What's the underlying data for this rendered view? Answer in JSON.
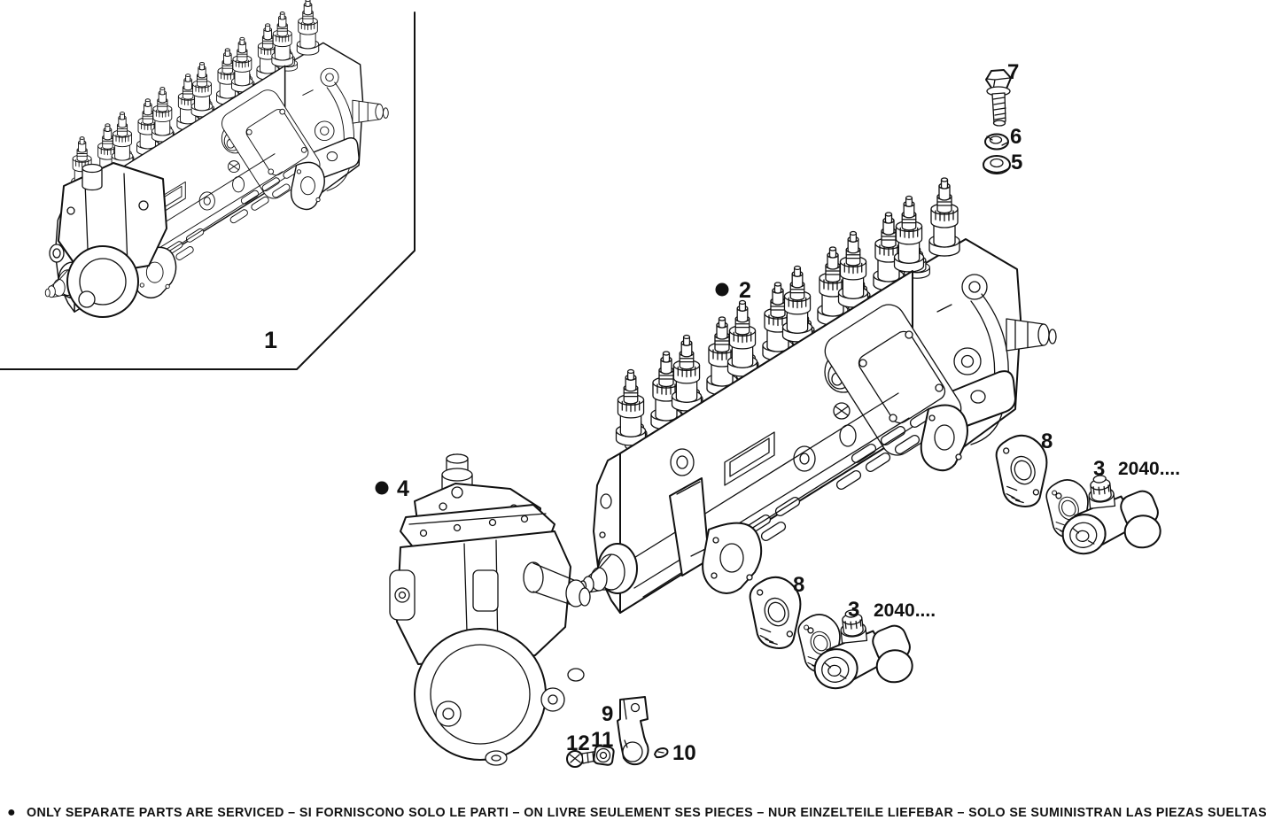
{
  "diagram": {
    "background": "#ffffff",
    "ink": "#111111",
    "callouts": {
      "c1": "1",
      "c2": "2",
      "c3_right": "3",
      "c3_right_ref": "2040....",
      "c3_mid": "3",
      "c3_mid_ref": "2040....",
      "c4": "4",
      "c5": "5",
      "c6": "6",
      "c7": "7",
      "c8_right": "8",
      "c8_mid": "8",
      "c9": "9",
      "c10": "10",
      "c11": "11",
      "c12": "12"
    },
    "footer": {
      "bullet": "●",
      "text": "ONLY SEPARATE PARTS ARE SERVICED – SI FORNISCONO SOLO LE PARTI – ON LIVRE SEULEMENT SES PIECES – NUR EINZELTEILE LIEFEBAR – SOLO SE SUMINISTRAN LAS PIEZAS SUELTAS"
    }
  }
}
